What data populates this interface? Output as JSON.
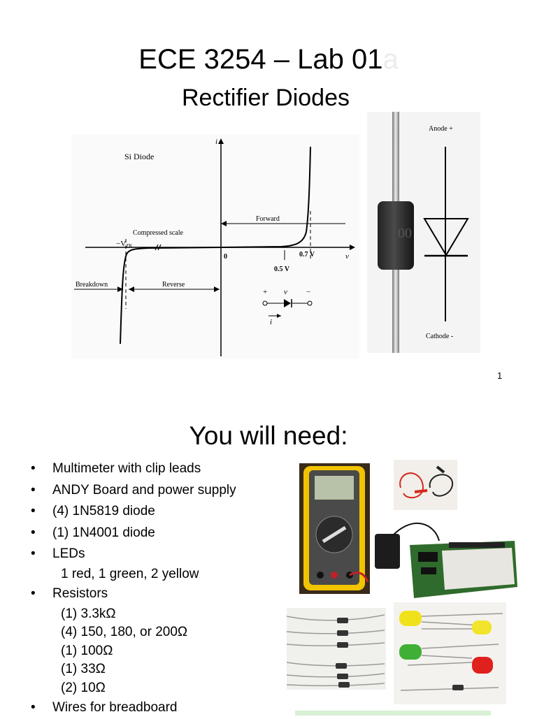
{
  "slide1": {
    "title_main": "ECE 3254 – Lab 01",
    "title_ghost": "a",
    "subtitle": "Rectifier Diodes",
    "page_number": "1",
    "iv_graph": {
      "device": "Si Diode",
      "i_axis": "i",
      "v_axis": "v",
      "forward": "Forward",
      "compressed": "Compressed scale",
      "vzk": "−V",
      "vzk_sub": "ZK",
      "origin": "0",
      "v07": "0.7 V",
      "v05": "0.5 V",
      "breakdown": "Breakdown",
      "reverse": "Reverse",
      "plus": "+",
      "minus": "−",
      "current": "i"
    },
    "diode_labels": {
      "anode": "Anode +",
      "cathode": "Cathode -",
      "marking": "00"
    }
  },
  "slide2": {
    "title": "You will need:",
    "items": [
      {
        "text": "Multimeter with clip leads",
        "sub": []
      },
      {
        "text": "ANDY Board and power supply",
        "sub": []
      },
      {
        "text": "(4) 1N5819 diode",
        "sub": []
      },
      {
        "text": "(1) 1N4001 diode",
        "sub": []
      },
      {
        "text": "LEDs",
        "sub": [
          "1 red, 1 green, 2 yellow"
        ]
      },
      {
        "text": "Resistors",
        "sub": [
          "(1) 3.3kΩ",
          "(4) 150, 180, or 200Ω",
          "(1) 100Ω",
          "(1) 33Ω",
          "(2) 10Ω"
        ]
      },
      {
        "text": "Wires for breadboard",
        "sub": []
      }
    ]
  }
}
